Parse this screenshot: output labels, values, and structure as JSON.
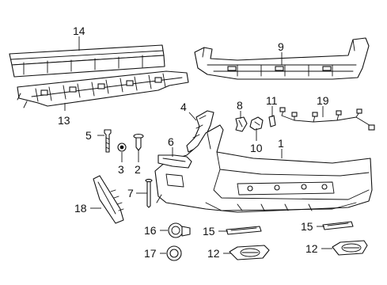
{
  "callouts": {
    "c1": "1",
    "c2": "2",
    "c3": "3",
    "c4": "4",
    "c5": "5",
    "c6": "6",
    "c7": "7",
    "c8": "8",
    "c9": "9",
    "c10": "10",
    "c11": "11",
    "c12a": "12",
    "c12b": "12",
    "c13": "13",
    "c14": "14",
    "c15a": "15",
    "c15b": "15",
    "c16": "16",
    "c17": "17",
    "c18": "18",
    "c19": "19"
  },
  "colors": {
    "line": "#111111",
    "background": "#ffffff"
  }
}
